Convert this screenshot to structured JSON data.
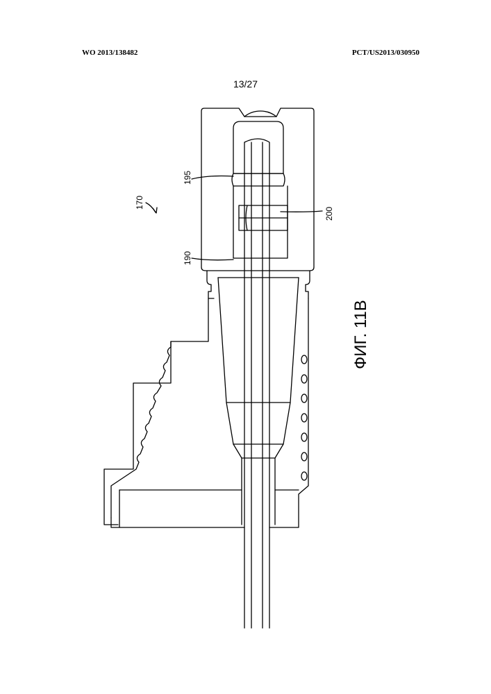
{
  "header": {
    "publication_number": "WO 2013/138482",
    "application_number": "PCT/US2013/030950"
  },
  "sheet_number": "13/27",
  "figure": {
    "label": "ФИГ. 11B",
    "reference_numerals": {
      "assembly": "170",
      "upper_ref": "195",
      "lower_ref": "190",
      "side_ref": "200"
    }
  }
}
